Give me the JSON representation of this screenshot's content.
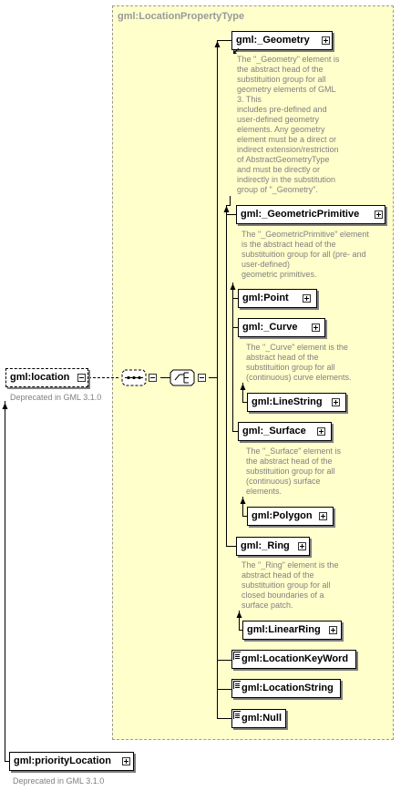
{
  "type_name": "gml:LocationPropertyType",
  "elements": {
    "location": "gml:location",
    "priority_location": "gml:priorityLocation",
    "geometry": "gml:_Geometry",
    "geometric_primitive": "gml:_GeometricPrimitive",
    "point": "gml:Point",
    "curve": "gml:_Curve",
    "line_string": "gml:LineString",
    "surface": "gml:_Surface",
    "polygon": "gml:Polygon",
    "ring": "gml:_Ring",
    "linear_ring": "gml:LinearRing",
    "location_key_word": "gml:LocationKeyWord",
    "location_string": "gml:LocationString",
    "null": "gml:Null"
  },
  "captions": {
    "location": "Deprecated in GML 3.1.0",
    "priority_location": "Deprecated in GML 3.1.0"
  },
  "docs": {
    "geometry": "The \"_Geometry\" element is\nthe abstract head of the\nsubstituition group for all\ngeometry elements of GML\n3. This\nincludes pre-defined and\nuser-defined geometry\nelements. Any geometry\nelement must be a direct or\nindirect extension/restriction\nof AbstractGeometryType\nand must be directly or\nindirectly in the substitution\ngroup of \"_Geometry\".",
    "geometric_primitive": "The \"_GeometricPrimitive\" element\nis the abstract head of the\nsubstituition group for all (pre- and\nuser-defined)\ngeometric primitives.",
    "curve": "The \"_Curve\" element is the\nabstract head of the\nsubstituition group for all\n(continuous) curve elements.",
    "surface": "The \"_Surface\" element is\nthe abstract head of the\nsubstituition group for all\n(continuous) surface\nelements.",
    "ring": "The \"_Ring\" element is the\nabstract head of the\nsubstituition group for all\nclosed boundaries of a\nsurface patch."
  }
}
